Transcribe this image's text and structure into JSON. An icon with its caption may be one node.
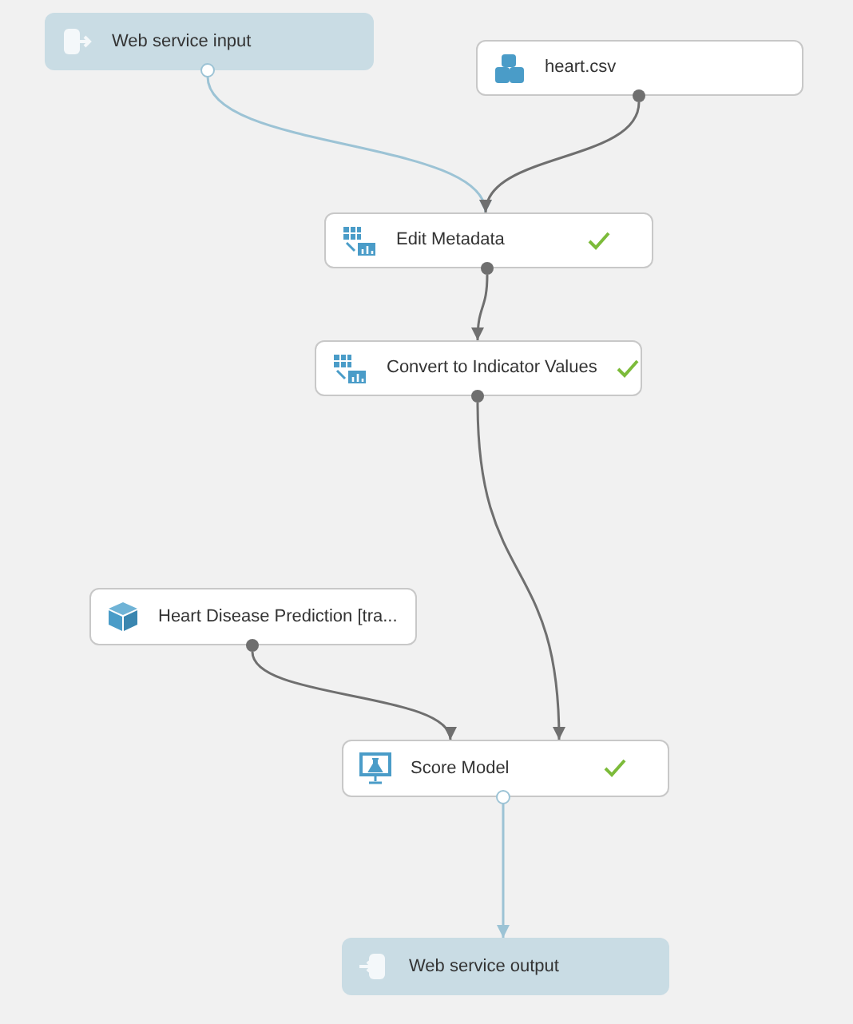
{
  "diagram": {
    "nodes": [
      {
        "text": [
          "Web service input"
        ]
      },
      {
        "text": [
          "heart.csv"
        ]
      },
      {
        "text": [
          "Edit Metadata"
        ]
      },
      {
        "text": [
          "Convert to Indicator Values"
        ]
      },
      {
        "text": [
          "Heart Disease Prediction [tra..."
        ]
      },
      {
        "text": [
          "Score Model"
        ]
      },
      {
        "text": [
          "Web service output"
        ]
      }
    ],
    "edges": [
      {
        "from": 0,
        "to": 2,
        "arrow": "to",
        "color": "#9cc3d5"
      },
      {
        "from": 1,
        "to": 2,
        "arrow": "to"
      },
      {
        "from": 2,
        "to": 3,
        "arrow": "to"
      },
      {
        "from": 3,
        "to": 5,
        "arrow": "to"
      },
      {
        "from": 4,
        "to": 5,
        "arrow": "to"
      },
      {
        "from": 5,
        "to": 6,
        "arrow": "to",
        "color": "#9cc3d5"
      }
    ]
  }
}
